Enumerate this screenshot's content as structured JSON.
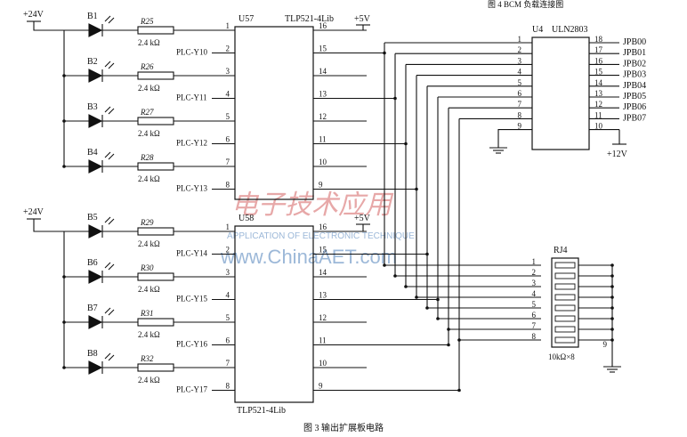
{
  "header_caption": "图 4 BCM 负载连接图",
  "figure_caption": "图 3 输出扩展板电路",
  "supplies": {
    "plus24_top": "+24V",
    "plus24_bot": "+24V",
    "plus5_top": "+5V",
    "plus5_bot": "+5V",
    "plus12": "+12V"
  },
  "optos": [
    {
      "ref": "U57",
      "part": "TLP521-4Lib",
      "leds": [
        "B1",
        "B2",
        "B3",
        "B4"
      ],
      "resistors": [
        "R25",
        "R26",
        "R27",
        "R28"
      ],
      "signals": [
        "PLC-Y10",
        "PLC-Y11",
        "PLC-Y12",
        "PLC-Y13"
      ]
    },
    {
      "ref": "U58",
      "part": "TLP521-4Lib",
      "leds": [
        "B5",
        "B6",
        "B7",
        "B8"
      ],
      "resistors": [
        "R29",
        "R30",
        "R31",
        "R32"
      ],
      "signals": [
        "PLC-Y14",
        "PLC-Y15",
        "PLC-Y16",
        "PLC-Y17"
      ]
    }
  ],
  "resistor_value": "2.4 kΩ",
  "left_pins": [
    "1",
    "2",
    "3",
    "4",
    "5",
    "6",
    "7",
    "8"
  ],
  "right_pins": [
    "16",
    "15",
    "14",
    "13",
    "12",
    "11",
    "10",
    "9"
  ],
  "uln": {
    "ref": "U4",
    "part": "ULN2803",
    "in_pins": [
      "1",
      "2",
      "3",
      "4",
      "5",
      "6",
      "7",
      "8",
      "9"
    ],
    "out_pins": [
      "18",
      "17",
      "16",
      "15",
      "14",
      "13",
      "12",
      "11",
      "10"
    ],
    "outputs": [
      "JPB00",
      "JPB01",
      "JPB02",
      "JPB03",
      "JPB04",
      "JPB05",
      "JPB06",
      "JPB07"
    ]
  },
  "rj": {
    "ref": "RJ4",
    "value": "10kΩ×8",
    "left_pins": [
      "1",
      "2",
      "3",
      "4",
      "5",
      "6",
      "7",
      "8"
    ],
    "common_pin": "9"
  },
  "watermark": {
    "cn": "电子技术应用",
    "en": "APPLICATION OF ELECTRONIC TECHNIQUE",
    "site": "www.ChinaAET.com"
  },
  "colors": {
    "ink": "#111111",
    "watermark_blue": "#9cb8d8",
    "watermark_red": "#e7a8a8"
  }
}
